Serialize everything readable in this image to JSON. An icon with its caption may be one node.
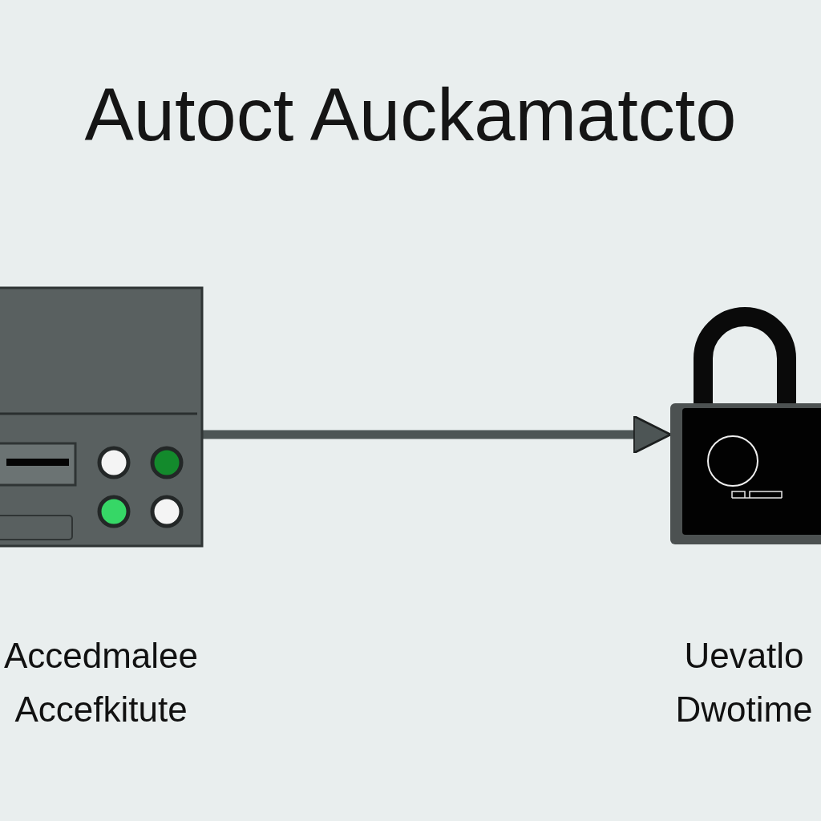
{
  "diagram": {
    "title": "Autoct Auckamatcto",
    "nodes": [
      {
        "text": [],
        "shape": "picture",
        "beside": [
          "Accedmalee",
          "Accefkitute"
        ]
      },
      {
        "text": [],
        "shape": "picture",
        "beside": [
          "Uevatlo",
          "Dwotime"
        ]
      }
    ],
    "edges": [
      {
        "from": 0,
        "to": 1,
        "arrow": "to"
      }
    ]
  }
}
